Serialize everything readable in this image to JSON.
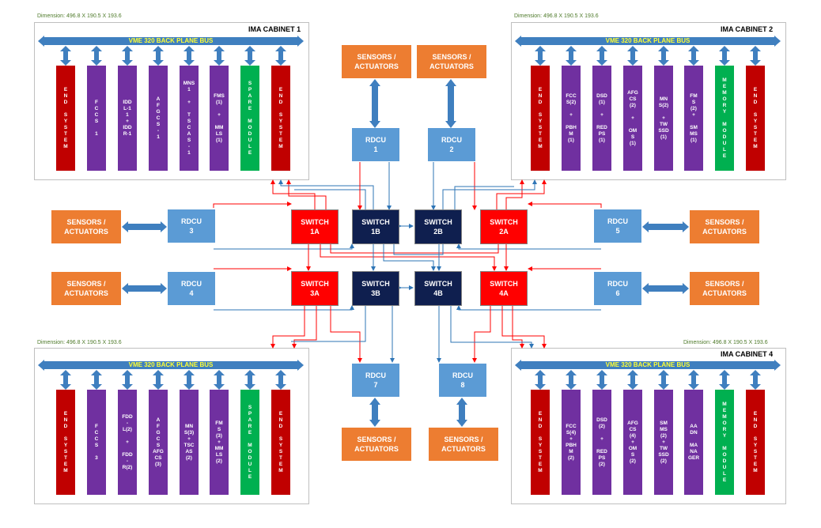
{
  "colors": {
    "end_system": "#c00000",
    "module": "#7030a0",
    "spare": "#00b050",
    "sensors": "#ed7d31",
    "rdcu": "#5b9bd5",
    "switch_a": "#ff0000",
    "switch_b": "#0f1f4f",
    "bus": "#3f7fbf",
    "bus_label": "#ffff33"
  },
  "cabinets": [
    {
      "title": "IMA CABINET 1",
      "dimension": "Dimension: 496.8 X 190.5 X 193.6",
      "bus": "VME 320 BACK PLANE BUS",
      "modules": [
        {
          "label": "E\nN\nD\n\nS\nY\nS\nT\nE\nM",
          "color": "red"
        },
        {
          "label": "F\nC\nC\nS\n\n1",
          "color": "purple"
        },
        {
          "label": "IDD\nL-1\n1\n+\nIDD\nR-1",
          "color": "purple"
        },
        {
          "label": "A\nF\nG\nC\nS\n-\n1",
          "color": "purple"
        },
        {
          "label": "MNS\n1\n\n+\n\nT\nS\nC\nA\nS\n-\n1",
          "color": "purple"
        },
        {
          "label": "FMS\n(1)\n\n+\n\nMM\nLS\n(1)",
          "color": "purple"
        },
        {
          "label": "S\nP\nA\nR\nE\n\nM\nO\nD\nU\nL\nE",
          "color": "green"
        },
        {
          "label": "E\nN\nD\n\nS\nY\nS\nT\nE\nM",
          "color": "red"
        }
      ]
    },
    {
      "title": "IMA CABINET 2",
      "dimension": "Dimension: 496.8 X 190.5 X 193.6",
      "bus": "VME 320 BACK PLANE BUS",
      "modules": [
        {
          "label": "E\nN\nD\n\nS\nY\nS\nT\nE\nM",
          "color": "red"
        },
        {
          "label": "FCC\nS(2)\n\n+\n\nPBH\nM\n(1)",
          "color": "purple"
        },
        {
          "label": "DSD\n(1)\n\n+\n\nRED\nPS\n(1)",
          "color": "purple"
        },
        {
          "label": "AFG\nCS\n(2)\n\n+\n\nOM\nS\n(1)",
          "color": "purple"
        },
        {
          "label": "MN\nS(2)\n\n+\nTW\nSSD\n(1)",
          "color": "purple"
        },
        {
          "label": "FM\nS\n(2)\n+\n\nSM\nMS\n(1)",
          "color": "purple"
        },
        {
          "label": "M\nE\nM\nO\nR\nY\n\nM\nO\nD\nU\nL\nE",
          "color": "green"
        },
        {
          "label": "E\nN\nD\n\nS\nY\nS\nT\nE\nM",
          "color": "red"
        }
      ]
    },
    {
      "title": "",
      "dimension": "Dimension: 496.8 X 190.5 X 193.6",
      "bus": "VME 320 BACK PLANE BUS",
      "modules": [
        {
          "label": "E\nN\nD\n\nS\nY\nS\nT\nE\nM",
          "color": "red"
        },
        {
          "label": "F\nC\nC\nS\n\n3",
          "color": "purple"
        },
        {
          "label": "FDD\n-\nL(2)\n\n+\n\nFDD\n-\nR(2)",
          "color": "purple"
        },
        {
          "label": "A\nF\nG\nC\nS\nAFG\nCS\n(3)",
          "color": "purple"
        },
        {
          "label": "MN\nS(3)\n+\nTSC\nAS\n(2)",
          "color": "purple"
        },
        {
          "label": "FM\nS\n(3)\n+\nMM\nLS\n(2)",
          "color": "purple"
        },
        {
          "label": "S\nP\nA\nR\nE\n\nM\nO\nD\nU\nL\nE",
          "color": "green"
        },
        {
          "label": "E\nN\nD\n\nS\nY\nS\nT\nE\nM",
          "color": "red"
        }
      ]
    },
    {
      "title": "IMA CABINET 4",
      "dimension": "Dimension: 496.8 X 190.5 X 193.6",
      "bus": "VME 320 BACK PLANE BUS",
      "modules": [
        {
          "label": "E\nN\nD\n\nS\nY\nS\nT\nE\nM",
          "color": "red"
        },
        {
          "label": "FCC\nS(4)\n+\nPBH\nM\n(2)",
          "color": "purple"
        },
        {
          "label": "DSD\n(2)\n\n+\n\nRED\nPS\n(2)",
          "color": "purple"
        },
        {
          "label": "AFG\nCS\n(4)\n+\nOM\nS\n(2)",
          "color": "purple"
        },
        {
          "label": "SM\nMS\n(2)\n+\nTW\nSSD\n(2)",
          "color": "purple"
        },
        {
          "label": "AA\nDN\n\nMA\nNA\nGER",
          "color": "purple"
        },
        {
          "label": "M\nE\nM\nO\nR\nY\n\nM\nO\nD\nU\nL\nE",
          "color": "green"
        },
        {
          "label": "E\nN\nD\n\nS\nY\nS\nT\nE\nM",
          "color": "red"
        }
      ]
    }
  ],
  "sensors_label": "SENSORS /\nACTUATORS",
  "rdcus": [
    "RDCU\n1",
    "RDCU\n2",
    "RDCU\n3",
    "RDCU\n4",
    "RDCU\n5",
    "RDCU\n6",
    "RDCU\n7",
    "RDCU\n8"
  ],
  "switches": [
    "SWITCH\n1A",
    "SWITCH\n1B",
    "SWITCH\n2B",
    "SWITCH\n2A",
    "SWITCH\n3A",
    "SWITCH\n3B",
    "SWITCH\n4B",
    "SWITCH\n4A"
  ]
}
